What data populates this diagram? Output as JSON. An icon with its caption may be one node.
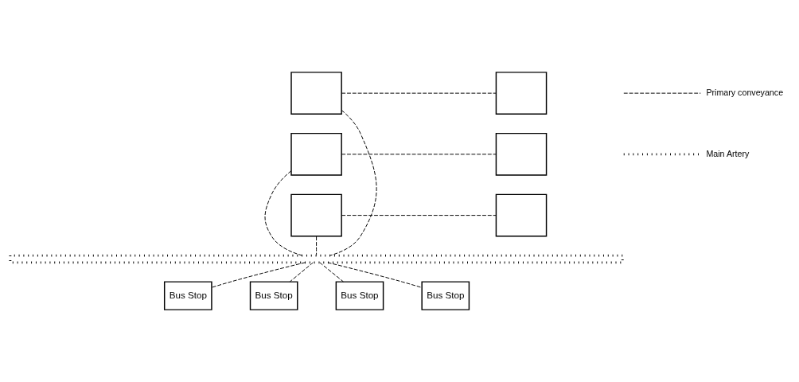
{
  "diagram": {
    "nodes": [
      {
        "text": [],
        "shape": "box"
      },
      {
        "text": [],
        "shape": "box"
      },
      {
        "text": [],
        "shape": "box"
      },
      {
        "text": [],
        "shape": "box"
      },
      {
        "text": [],
        "shape": "box"
      },
      {
        "text": [],
        "shape": "box"
      },
      {
        "text": [],
        "shape": "bar"
      },
      {
        "text": [
          "Bus Stop"
        ]
      },
      {
        "text": [
          "Bus Stop"
        ]
      },
      {
        "text": [
          "Bus Stop"
        ]
      },
      {
        "text": [
          "Bus Stop"
        ]
      }
    ],
    "edges": [
      {
        "from": 0,
        "to": 1,
        "arrow": "none",
        "style": "dashed"
      },
      {
        "from": 2,
        "to": 3,
        "arrow": "none",
        "style": "dashed"
      },
      {
        "from": 4,
        "to": 5,
        "arrow": "none",
        "style": "dashed"
      },
      {
        "from": 0,
        "to": 6,
        "arrow": "none",
        "style": "dashed"
      },
      {
        "from": 2,
        "to": 6,
        "arrow": "none",
        "style": "dashed"
      },
      {
        "from": 4,
        "to": 6,
        "arrow": "none",
        "style": "dashed"
      },
      {
        "from": 6,
        "to": 7,
        "arrow": "none",
        "style": "dashed"
      },
      {
        "from": 6,
        "to": 8,
        "arrow": "none",
        "style": "dashed"
      },
      {
        "from": 6,
        "to": 9,
        "arrow": "none",
        "style": "dashed"
      },
      {
        "from": 6,
        "to": 10,
        "arrow": "none",
        "style": "dashed"
      }
    ],
    "legend": [
      {
        "text": "Primary conveyance"
      },
      {
        "text": "Main Artery"
      }
    ]
  }
}
